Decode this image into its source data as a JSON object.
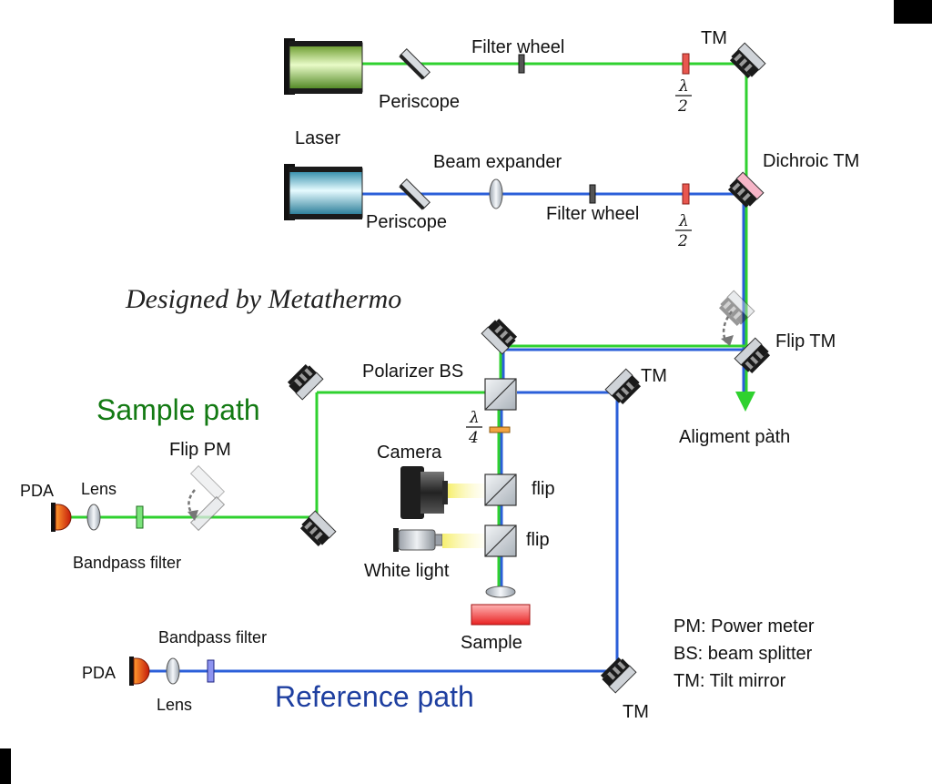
{
  "labels": {
    "laser": "Laser",
    "periscope_top": "Periscope",
    "periscope_bottom": "Periscope",
    "filter_wheel_top": "Filter wheel",
    "filter_wheel_bottom": "Filter wheel",
    "beam_expander": "Beam expander",
    "tm_top": "TM",
    "dichroic_tm": "Dichroic TM",
    "flip_tm": "Flip TM",
    "alignment_path": "Aligment pàth",
    "polarizer_bs": "Polarizer BS",
    "tm_right": "TM",
    "tm_bottom": "TM",
    "camera": "Camera",
    "white_light": "White light",
    "flip_1": "flip",
    "flip_2": "flip",
    "sample": "Sample",
    "flip_pm": "Flip PM",
    "pda_sample": "PDA",
    "lens_sample": "Lens",
    "bandpass_sample": "Bandpass filter",
    "pda_ref": "PDA",
    "lens_ref": "Lens",
    "bandpass_ref": "Bandpass filter",
    "sample_path": "Sample path",
    "reference_path": "Reference path",
    "credit": "Designed by Metathermo",
    "lambda": "λ",
    "half": "2",
    "quarter": "4"
  },
  "legend": [
    "PM: Power meter",
    "BS: beam splitter",
    "TM: Tilt mirror"
  ],
  "colors": {
    "green_beam": "#2fd12f",
    "blue_beam": "#2b5fd9",
    "sample_path_text": "#137a13",
    "reference_path_text": "#1e3fa0"
  }
}
